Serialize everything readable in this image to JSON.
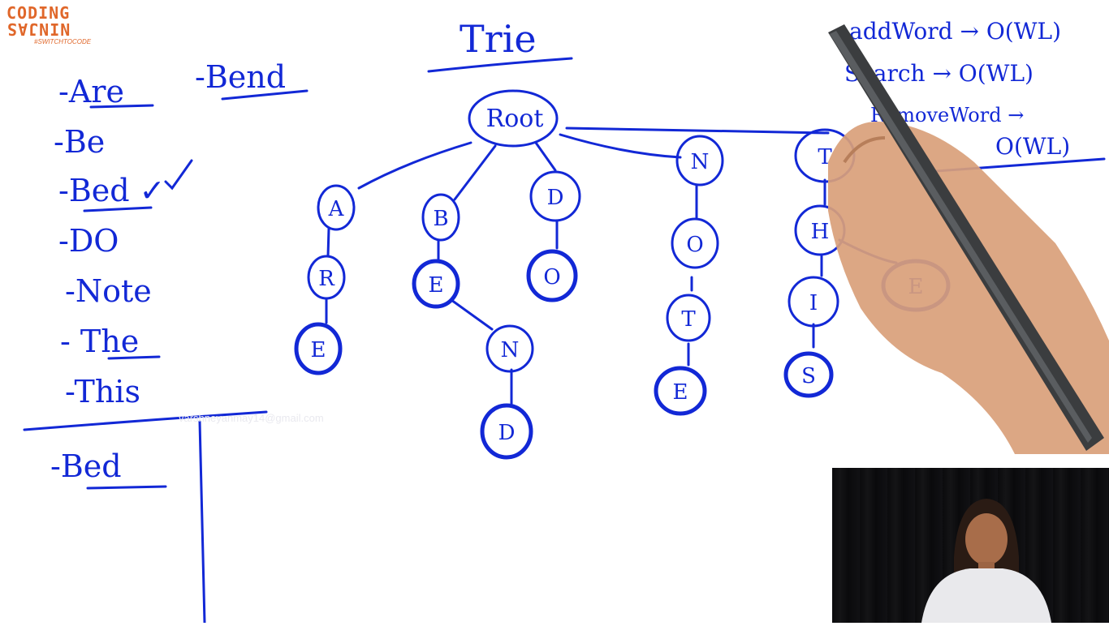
{
  "logo": {
    "line1": "CODING",
    "line2": "NINJAS",
    "tagline": "#SWITCHTOCODE"
  },
  "watermark": "varshneyanmay14@gmail.com",
  "title": "Trie",
  "word_list": [
    "-Are",
    "-Bend",
    "-Be",
    "-Bed ✓",
    "-DO",
    "-Note",
    "- The",
    "-This"
  ],
  "query_word": "-Bed",
  "complexity": {
    "add": "addWord → O(WL)",
    "search": "Search → O(WL)",
    "remove": "RemoveWord →",
    "remove_cost": "O(WL)"
  },
  "trie": {
    "root": "Root",
    "nodes": [
      "A",
      "R",
      "E",
      "B",
      "E",
      "N",
      "D",
      "D",
      "O",
      "N",
      "O",
      "T",
      "E",
      "T",
      "H",
      "I",
      "S",
      "E"
    ]
  },
  "colors": {
    "ink": "#1228d6",
    "brand": "#e0672a",
    "skin": "#d9a07a",
    "pen": "#3b3d3f"
  }
}
